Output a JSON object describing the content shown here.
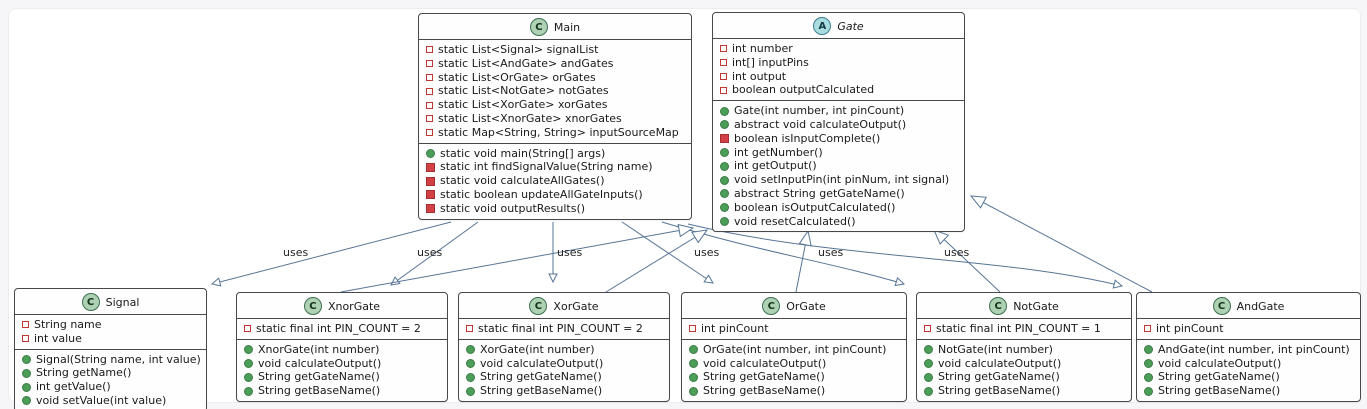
{
  "colors": {
    "arrow": "#567596",
    "class_badge_bg": "#ADD1B2",
    "abstract_badge_bg": "#A9DCDF",
    "private_icon": "#C13832",
    "public_icon": "#4B9E57",
    "box_border": "#48484A",
    "canvas_bg": "#FFFFFF",
    "page_bg": "#F6F6F8"
  },
  "classes": {
    "main": {
      "badge": "C",
      "name": "Main",
      "fields": [
        {
          "icon": "field-private",
          "text": "static List<Signal> signalList"
        },
        {
          "icon": "field-private",
          "text": "static List<AndGate> andGates"
        },
        {
          "icon": "field-private",
          "text": "static List<OrGate> orGates"
        },
        {
          "icon": "field-private",
          "text": "static List<NotGate> notGates"
        },
        {
          "icon": "field-private",
          "text": "static List<XorGate> xorGates"
        },
        {
          "icon": "field-private",
          "text": "static List<XnorGate> xnorGates"
        },
        {
          "icon": "field-private",
          "text": "static Map<String, String> inputSourceMap"
        }
      ],
      "methods": [
        {
          "icon": "method-public",
          "text": "static void main(String[] args)"
        },
        {
          "icon": "method-private",
          "text": "static int findSignalValue(String name)"
        },
        {
          "icon": "method-private",
          "text": "static void calculateAllGates()"
        },
        {
          "icon": "method-private",
          "text": "static boolean updateAllGateInputs()"
        },
        {
          "icon": "method-private",
          "text": "static void outputResults()"
        }
      ]
    },
    "gate": {
      "badge": "A",
      "name": "Gate",
      "fields": [
        {
          "icon": "field-private",
          "text": "int number"
        },
        {
          "icon": "field-private",
          "text": "int[] inputPins"
        },
        {
          "icon": "field-private",
          "text": "int output"
        },
        {
          "icon": "field-private",
          "text": "boolean outputCalculated"
        }
      ],
      "methods": [
        {
          "icon": "method-public",
          "text": "Gate(int number, int pinCount)"
        },
        {
          "icon": "method-public",
          "text": "abstract void calculateOutput()"
        },
        {
          "icon": "method-private",
          "text": "boolean isInputComplete()"
        },
        {
          "icon": "method-public",
          "text": "int getNumber()"
        },
        {
          "icon": "method-public",
          "text": "int getOutput()"
        },
        {
          "icon": "method-public",
          "text": "void setInputPin(int pinNum, int signal)"
        },
        {
          "icon": "method-public",
          "text": "abstract String getGateName()"
        },
        {
          "icon": "method-public",
          "text": "boolean isOutputCalculated()"
        },
        {
          "icon": "method-public",
          "text": "void resetCalculated()"
        }
      ]
    },
    "signal": {
      "badge": "C",
      "name": "Signal",
      "fields": [
        {
          "icon": "field-private",
          "text": "String name"
        },
        {
          "icon": "field-private",
          "text": "int value"
        }
      ],
      "methods": [
        {
          "icon": "method-public",
          "text": "Signal(String name, int value)"
        },
        {
          "icon": "method-public",
          "text": "String getName()"
        },
        {
          "icon": "method-public",
          "text": "int getValue()"
        },
        {
          "icon": "method-public",
          "text": "void setValue(int value)"
        }
      ]
    },
    "xnor": {
      "badge": "C",
      "name": "XnorGate",
      "fields": [
        {
          "icon": "field-private",
          "text": "static final int PIN_COUNT = 2"
        }
      ],
      "methods": [
        {
          "icon": "method-public",
          "text": "XnorGate(int number)"
        },
        {
          "icon": "method-public",
          "text": "void calculateOutput()"
        },
        {
          "icon": "method-public",
          "text": "String getGateName()"
        },
        {
          "icon": "method-public",
          "text": "String getBaseName()"
        }
      ]
    },
    "xor": {
      "badge": "C",
      "name": "XorGate",
      "fields": [
        {
          "icon": "field-private",
          "text": "static final int PIN_COUNT = 2"
        }
      ],
      "methods": [
        {
          "icon": "method-public",
          "text": "XorGate(int number)"
        },
        {
          "icon": "method-public",
          "text": "void calculateOutput()"
        },
        {
          "icon": "method-public",
          "text": "String getGateName()"
        },
        {
          "icon": "method-public",
          "text": "String getBaseName()"
        }
      ]
    },
    "or": {
      "badge": "C",
      "name": "OrGate",
      "fields": [
        {
          "icon": "field-private",
          "text": "int pinCount"
        }
      ],
      "methods": [
        {
          "icon": "method-public",
          "text": "OrGate(int number, int pinCount)"
        },
        {
          "icon": "method-public",
          "text": "void calculateOutput()"
        },
        {
          "icon": "method-public",
          "text": "String getGateName()"
        },
        {
          "icon": "method-public",
          "text": "String getBaseName()"
        }
      ]
    },
    "not": {
      "badge": "C",
      "name": "NotGate",
      "fields": [
        {
          "icon": "field-private",
          "text": "static final int PIN_COUNT = 1"
        }
      ],
      "methods": [
        {
          "icon": "method-public",
          "text": "NotGate(int number)"
        },
        {
          "icon": "method-public",
          "text": "void calculateOutput()"
        },
        {
          "icon": "method-public",
          "text": "String getGateName()"
        },
        {
          "icon": "method-public",
          "text": "String getBaseName()"
        }
      ]
    },
    "and": {
      "badge": "C",
      "name": "AndGate",
      "fields": [
        {
          "icon": "field-private",
          "text": "int pinCount"
        }
      ],
      "methods": [
        {
          "icon": "method-public",
          "text": "AndGate(int number, int pinCount)"
        },
        {
          "icon": "method-public",
          "text": "void calculateOutput()"
        },
        {
          "icon": "method-public",
          "text": "String getGateName()"
        },
        {
          "icon": "method-public",
          "text": "String getBaseName()"
        }
      ]
    }
  },
  "relations": {
    "uses_labels": [
      "uses",
      "uses",
      "uses",
      "uses",
      "uses",
      "uses"
    ],
    "uses": [
      {
        "from": "Main",
        "to": "Signal"
      },
      {
        "from": "Main",
        "to": "XnorGate"
      },
      {
        "from": "Main",
        "to": "XorGate"
      },
      {
        "from": "Main",
        "to": "OrGate"
      },
      {
        "from": "Main",
        "to": "NotGate"
      },
      {
        "from": "Main",
        "to": "AndGate"
      }
    ],
    "extends": [
      {
        "from": "XnorGate",
        "to": "Gate"
      },
      {
        "from": "XorGate",
        "to": "Gate"
      },
      {
        "from": "OrGate",
        "to": "Gate"
      },
      {
        "from": "NotGate",
        "to": "Gate"
      },
      {
        "from": "AndGate",
        "to": "Gate"
      }
    ]
  }
}
